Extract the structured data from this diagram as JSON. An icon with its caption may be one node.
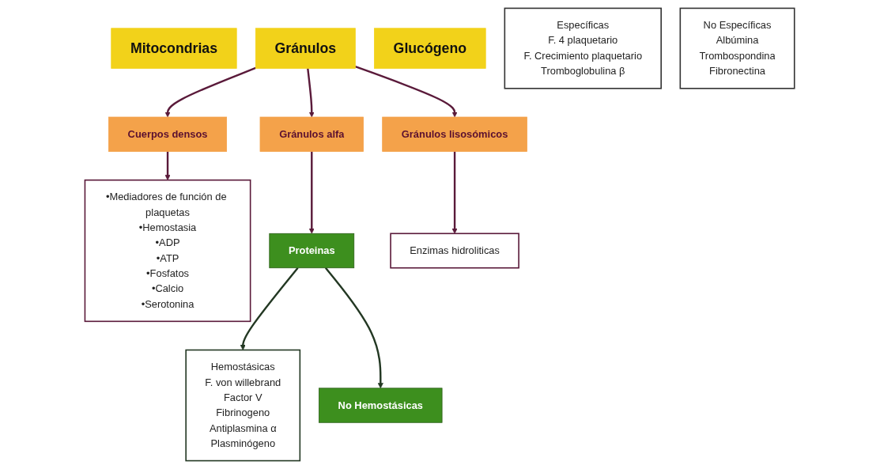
{
  "diagram": {
    "nodes": [
      {
        "text": [
          "Mitocondrias"
        ]
      },
      {
        "text": [
          "Gránulos"
        ]
      },
      {
        "text": [
          "Glucógeno"
        ]
      },
      {
        "text": [
          "Cuerpos densos"
        ]
      },
      {
        "text": [
          "Gránulos alfa"
        ]
      },
      {
        "text": [
          "Gránulos lisosómicos"
        ]
      },
      {
        "text": [
          "•Mediadores de función de plaquetas",
          "•Hemostasia",
          "•ADP",
          "•ATP",
          "•Fosfatos",
          "•Calcio",
          "•Serotonina"
        ]
      },
      {
        "text": [
          "Proteinas"
        ]
      },
      {
        "text": [
          "Enzimas hidroliticas"
        ]
      },
      {
        "text": [
          "Hemostásicas",
          "F. von willebrand",
          "Factor V",
          "Fibrinogeno",
          "Antiplasmina α",
          "Plasminógeno"
        ]
      },
      {
        "text": [
          "No Hemostásicas"
        ]
      },
      {
        "text": [
          "Específicas",
          "F. 4 plaquetario",
          "F. Crecimiento plaquetario",
          "Tromboglobulina β"
        ]
      },
      {
        "text": [
          "No Específicas",
          "Albúmina",
          "Trombospondina",
          "Fibronectina"
        ]
      }
    ],
    "edges": [
      {
        "from": 1,
        "to": 3,
        "arrow": "to"
      },
      {
        "from": 1,
        "to": 4,
        "arrow": "to"
      },
      {
        "from": 1,
        "to": 5,
        "arrow": "to"
      },
      {
        "from": 3,
        "to": 6,
        "arrow": "to"
      },
      {
        "from": 4,
        "to": 7,
        "arrow": "to"
      },
      {
        "from": 5,
        "to": 8,
        "arrow": "to"
      },
      {
        "from": 7,
        "to": 9,
        "arrow": "to",
        "color": "#233823"
      },
      {
        "from": 7,
        "to": 10,
        "arrow": "to",
        "color": "#233823"
      }
    ]
  }
}
